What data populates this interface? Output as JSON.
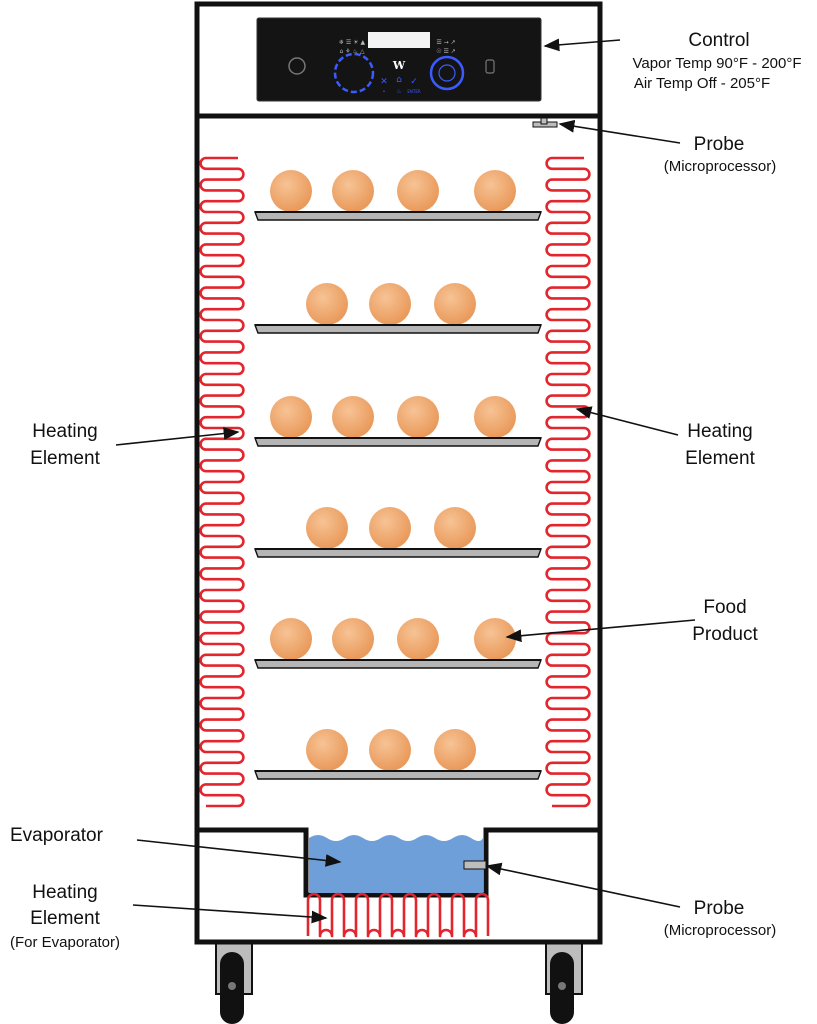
{
  "labels": {
    "control_title": "Control",
    "control_line1": "Vapor Temp 90°F - 200°F",
    "control_line2": "Air Temp Off - 205°F",
    "probe_top_title": "Probe",
    "probe_top_sub": "(Microprocessor)",
    "heating_left_line1": "Heating",
    "heating_left_line2": "Element",
    "heating_right_line1": "Heating",
    "heating_right_line2": "Element",
    "food_line1": "Food",
    "food_line2": "Product",
    "evaporator": "Evaporator",
    "heating_evap_line1": "Heating",
    "heating_evap_line2": "Element",
    "heating_evap_sub": "(For Evaporator)",
    "probe_bottom_title": "Probe",
    "probe_bottom_sub": "(Microprocessor)"
  },
  "panel": {
    "brand_logo": "W",
    "left_icons": [
      "❄ ☰ ☀ ▲",
      "⌂ ⚘ ♨ △"
    ],
    "right_icons": [
      "☰ → ↗",
      "☉ ☰ ↗"
    ],
    "center_icons": [
      "✕",
      "⌂",
      "✓"
    ],
    "center_sub": [
      "•",
      "♨",
      "ENTER"
    ]
  },
  "trays": [
    {
      "items": 4
    },
    {
      "items": 3
    },
    {
      "items": 4
    },
    {
      "items": 3
    },
    {
      "items": 4
    },
    {
      "items": 3
    }
  ],
  "colors": {
    "heating_element": "#e3262d",
    "food": "#f2a86b",
    "water": "#6f9fd8",
    "tray": "#b5b5b5",
    "panel": "#141414",
    "panel_accent": "#3b5bff",
    "outline": "#111111"
  }
}
